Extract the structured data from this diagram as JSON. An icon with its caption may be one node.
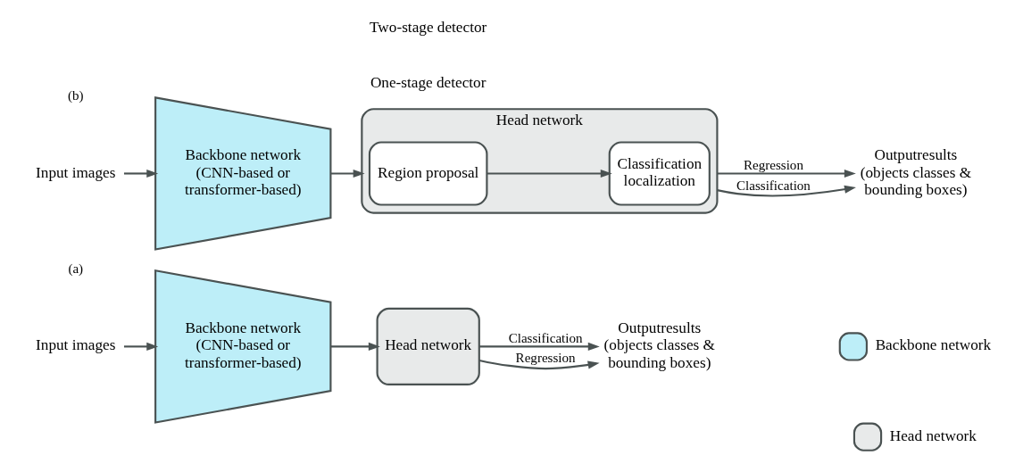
{
  "diagram": {
    "nodes": [
      {
        "text": [
          "Input images"
        ]
      },
      {
        "text": [
          "Backbone network (CNN-based or transformer-based)"
        ]
      },
      {
        "text": [
          "Head network"
        ]
      },
      {
        "text": [
          "Outputresults (objects classes & bounding boxes)"
        ]
      },
      {
        "text": [
          "Input images"
        ]
      },
      {
        "text": [
          "Backbone network (CNN-based or transformer-based)"
        ]
      },
      {
        "text": [
          "Head network"
        ]
      },
      {
        "text": [
          "Region proposal"
        ],
        "in": 6
      },
      {
        "text": [
          "Classification localization"
        ],
        "in": 6
      },
      {
        "text": [
          "Outputresults (objects classes & bounding boxes)"
        ]
      }
    ],
    "edges": [
      {
        "from": 0,
        "to": 1,
        "arrow": "to"
      },
      {
        "from": 1,
        "to": 2,
        "arrow": "to"
      },
      {
        "from": 2,
        "to": 3,
        "arrow": "to",
        "label": "Classification"
      },
      {
        "from": 2,
        "to": 3,
        "arrow": "to",
        "label": "Regression"
      },
      {
        "from": 4,
        "to": 5,
        "arrow": "to"
      },
      {
        "from": 5,
        "to": 6,
        "arrow": "to"
      },
      {
        "from": 7,
        "to": 8,
        "arrow": "to"
      },
      {
        "from": 6,
        "to": 9,
        "arrow": "to",
        "label": "Classification"
      },
      {
        "from": 6,
        "to": 9,
        "arrow": "to",
        "label": "Regression"
      }
    ],
    "labels": [
      "(a)",
      "One-stage detector",
      "(b)",
      "Two-stage detector"
    ],
    "legend": [
      {
        "text": "Backbone network",
        "color": "#bdeef8"
      },
      {
        "text": "Head network",
        "color": "#e8eaea"
      }
    ]
  }
}
